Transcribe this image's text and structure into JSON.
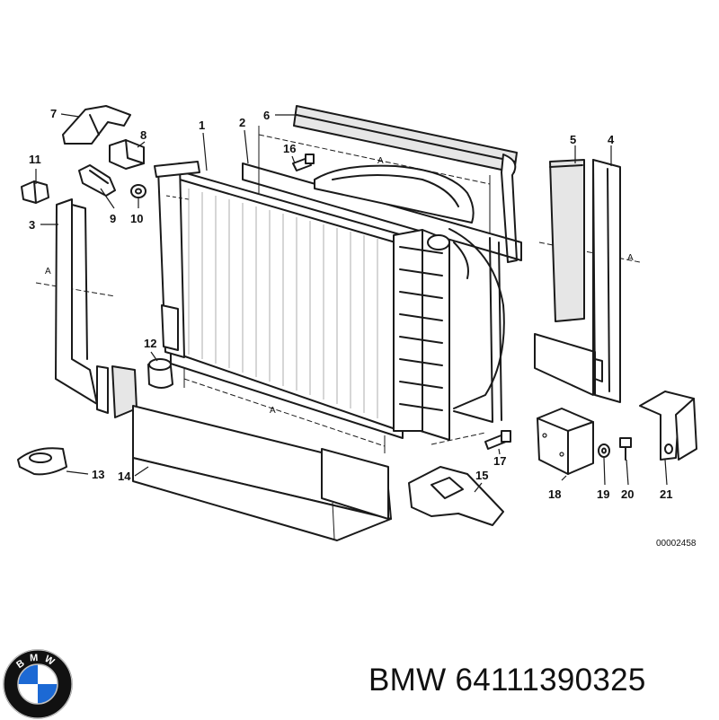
{
  "diagram": {
    "callouts": [
      "1",
      "2",
      "3",
      "4",
      "5",
      "6",
      "7",
      "8",
      "9",
      "10",
      "11",
      "12",
      "13",
      "14",
      "15",
      "16",
      "17",
      "18",
      "19",
      "20",
      "21"
    ],
    "dimension_marker": "A",
    "reference_code": "00002458"
  },
  "footer": {
    "brand": "BMW",
    "part_number": "64111390325",
    "caption": "BMW 64111390325",
    "logo_letters": "BMW",
    "colors": {
      "logo_blue": "#1c69d4",
      "logo_ring": "#111111"
    }
  }
}
